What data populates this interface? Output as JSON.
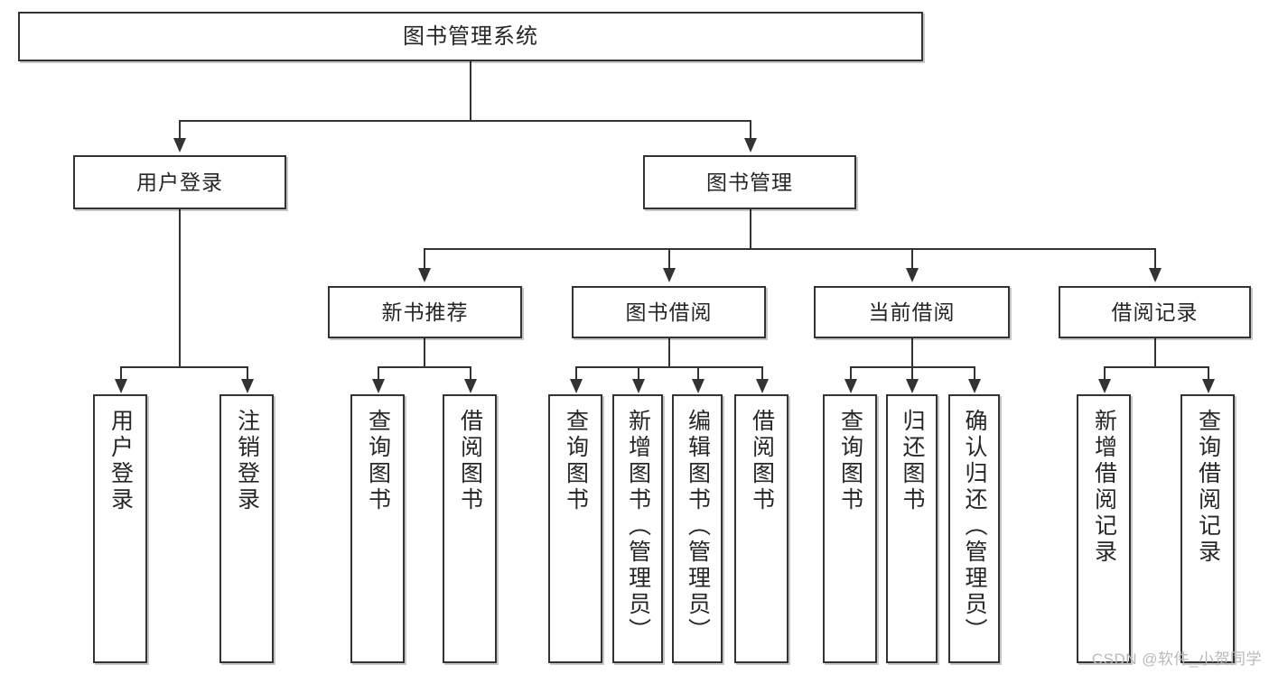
{
  "diagram": {
    "type": "tree",
    "title": "图书管理系统",
    "watermark": "CSDN @软件_小贺同学",
    "colors": {
      "box_border": "#333333",
      "box_fill": "#ffffff",
      "connector": "#333333",
      "text": "#262626",
      "watermark": "#b9b9b9",
      "background": "#ffffff"
    },
    "nodes": {
      "root": {
        "label": "图书管理系统"
      },
      "level2": [
        {
          "id": "user-login",
          "label": "用户登录"
        },
        {
          "id": "book-manage",
          "label": "图书管理"
        }
      ],
      "level3": [
        {
          "id": "new-book-recommend",
          "label": "新书推荐"
        },
        {
          "id": "book-borrow",
          "label": "图书借阅"
        },
        {
          "id": "current-borrow",
          "label": "当前借阅"
        },
        {
          "id": "borrow-record",
          "label": "借阅记录"
        }
      ],
      "leaves": {
        "user_login": [
          {
            "id": "leaf-user-login",
            "label": "用户登录"
          },
          {
            "id": "leaf-logout-login",
            "label": "注销登录"
          }
        ],
        "new_book_recommend": [
          {
            "id": "leaf-query-book-1",
            "label": "查询图书"
          },
          {
            "id": "leaf-borrow-book-1",
            "label": "借阅图书"
          }
        ],
        "book_borrow": [
          {
            "id": "leaf-query-book-2",
            "label": "查询图书"
          },
          {
            "id": "leaf-add-book-admin",
            "label": "新增图书（管理员）"
          },
          {
            "id": "leaf-edit-book-admin",
            "label": "编辑图书（管理员）"
          },
          {
            "id": "leaf-borrow-book-2",
            "label": "借阅图书"
          }
        ],
        "current_borrow": [
          {
            "id": "leaf-query-book-3",
            "label": "查询图书"
          },
          {
            "id": "leaf-return-book",
            "label": "归还图书"
          },
          {
            "id": "leaf-confirm-return-admin",
            "label": "确认归还（管理员）"
          }
        ],
        "borrow_record": [
          {
            "id": "leaf-add-borrow-record",
            "label": "新增借阅记录"
          },
          {
            "id": "leaf-query-borrow-record",
            "label": "查询借阅记录"
          }
        ]
      }
    }
  }
}
